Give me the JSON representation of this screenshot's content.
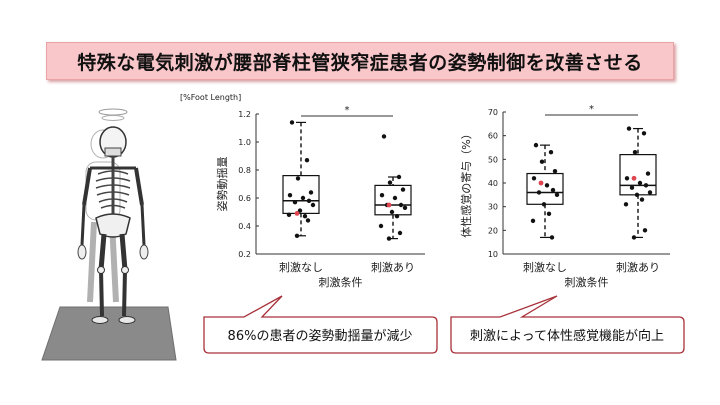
{
  "banner": {
    "title": "特殊な電気刺激が腰部脊柱管狭窄症患者の姿勢制御を改善させる"
  },
  "chart_data": [
    {
      "type": "box",
      "unit_label": "[%Foot Length]",
      "ylabel": "姿勢動揺量",
      "xlabel": "刺激条件",
      "categories": [
        "刺激なし",
        "刺激あり"
      ],
      "ylim": [
        0.2,
        1.2
      ],
      "yticks": [
        0.2,
        0.4,
        0.6,
        0.8,
        1.0,
        1.2
      ],
      "significance": "*",
      "boxes": [
        {
          "min": 0.33,
          "q1": 0.49,
          "median": 0.58,
          "q3": 0.76,
          "max": 1.14
        },
        {
          "min": 0.31,
          "q1": 0.48,
          "median": 0.55,
          "q3": 0.69,
          "max": 0.75
        }
      ],
      "points": [
        [
          1.14,
          0.87,
          0.74,
          0.64,
          0.62,
          0.6,
          0.58,
          0.57,
          0.55,
          0.51,
          0.47,
          0.48,
          0.44,
          0.33
        ],
        [
          1.04,
          0.75,
          0.71,
          0.66,
          0.62,
          0.6,
          0.55,
          0.55,
          0.53,
          0.5,
          0.47,
          0.4,
          0.35,
          0.31
        ]
      ],
      "highlight_points": [
        [
          0.49
        ],
        [
          0.55
        ]
      ],
      "point_color": "#111111",
      "highlight_color": "#e0454f"
    },
    {
      "type": "box",
      "ylabel": "体性感覚の寄与（%）",
      "xlabel": "刺激条件",
      "categories": [
        "刺激なし",
        "刺激あり"
      ],
      "ylim": [
        10,
        70
      ],
      "yticks": [
        10,
        20,
        30,
        40,
        50,
        60,
        70
      ],
      "significance": "*",
      "boxes": [
        {
          "min": 17,
          "q1": 31,
          "median": 36,
          "q3": 44,
          "max": 56
        },
        {
          "min": 17,
          "q1": 35,
          "median": 39,
          "q3": 52,
          "max": 63
        }
      ],
      "points": [
        [
          56,
          53,
          49,
          45,
          42,
          39,
          37,
          36,
          35,
          31,
          27,
          24,
          17
        ],
        [
          63,
          61,
          53,
          44,
          42,
          40,
          39,
          38,
          36,
          35,
          33,
          31,
          20,
          17
        ]
      ],
      "highlight_points": [
        [
          40
        ],
        [
          42
        ]
      ],
      "point_color": "#111111",
      "highlight_color": "#e0454f"
    }
  ],
  "callouts": [
    {
      "text": "86%の患者の姿勢動揺量が減少"
    },
    {
      "text": "刺激によって体性感覚機能が向上"
    }
  ],
  "figure": {
    "name": "skeleton-illustration"
  }
}
